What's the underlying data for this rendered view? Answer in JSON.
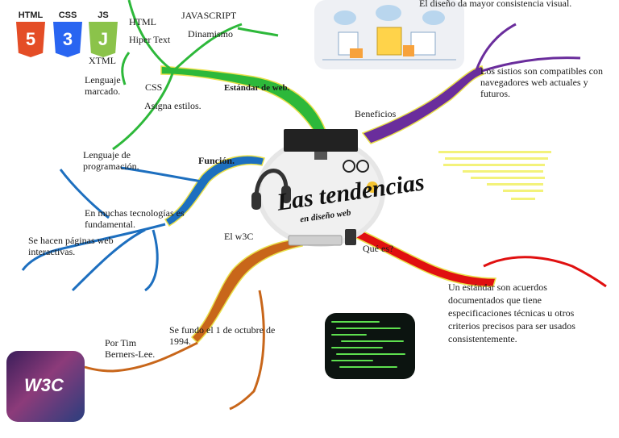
{
  "center": {
    "title": "Las tendencias",
    "subtitle": "en diseño web"
  },
  "logos": {
    "html": "HTML",
    "css": "CSS",
    "js": "JS",
    "w3c": "W3C"
  },
  "branches": {
    "estandar": {
      "label": "Estándar de web.",
      "html": {
        "title": "HTML",
        "detail": "Hiper Text",
        "sub": "XTML",
        "desc": "Lenguaje marcado."
      },
      "javascript": {
        "title": "JAVASCRIPT",
        "detail": "Dinamismo"
      },
      "css": {
        "title": "CSS",
        "detail": "Asigna estilos."
      }
    },
    "beneficios": {
      "label": "Beneficios",
      "items": [
        "El diseño da mayor consistencia visual.",
        "Los sistios son compatibles con navegadores web actuales y futuros."
      ]
    },
    "funcion": {
      "label": "Función.",
      "items": [
        "Lenguaje de programación.",
        "En muchas tecnologías es fundamental.",
        "Se hacen páginas web interactivas."
      ]
    },
    "w3c": {
      "label": "El w3C",
      "items": [
        "Se fundo el 1 de octubre de 1994.",
        "Por Tim Berners-Lee."
      ]
    },
    "que_es": {
      "label": "Qué es?",
      "text": "Un estándar son acuerdos documentados que tiene especificaciones técnicas u otros criterios precisos para ser usados consistentemente."
    }
  },
  "colors": {
    "green": "#2db83a",
    "purple": "#6a2d9c",
    "blue": "#1d6fbf",
    "orange": "#c8661a",
    "red": "#e01010",
    "yellow": "#f5e92c",
    "html_orange": "#e44d26",
    "css_blue": "#2965f1",
    "js_green": "#8bc34a"
  }
}
